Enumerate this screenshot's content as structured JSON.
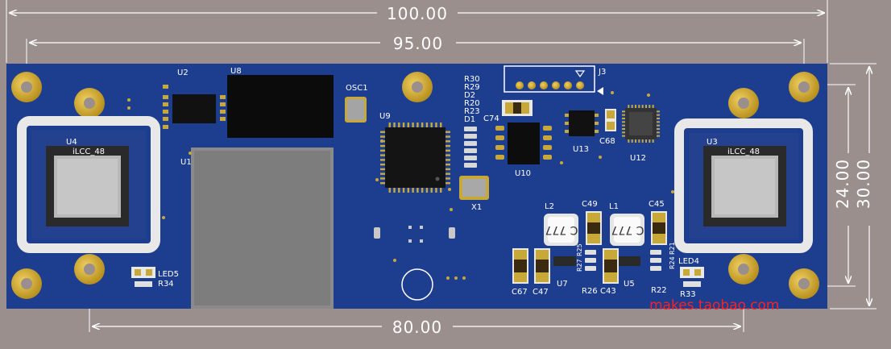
{
  "dimensions": {
    "overall_width": "100.00",
    "hole_span_width": "95.00",
    "bottom_span": "80.00",
    "inner_height": "24.00",
    "overall_height": "30.00"
  },
  "components": {
    "u2": "U2",
    "u8": "U8",
    "osc1": "OSC1",
    "u9": "U9",
    "j3": "J3",
    "u1": "U1",
    "u4": "U4",
    "u3": "U3",
    "ilcc_left": "iLCC_48",
    "ilcc_right": "iLCC_48",
    "r30": "R30",
    "r29": "R29",
    "d2": "D2",
    "r20": "R20",
    "r23": "R23",
    "d1": "D1",
    "c74": "C74",
    "u10": "U10",
    "u13": "U13",
    "c68": "C68",
    "u12": "U12",
    "x1": "X1",
    "l2": "L2",
    "c49": "C49",
    "l1": "L1",
    "c45": "C45",
    "l2_value": "C 777",
    "l1_value": "C 777",
    "led5": "LED5",
    "r34": "R34",
    "led4": "LED4",
    "r33": "R33",
    "r27": "R27",
    "r25": "R25",
    "r26": "R26",
    "c43": "C43",
    "r24": "R24",
    "r21": "R21",
    "r22": "R22",
    "c67": "C67",
    "c47": "C47",
    "u7": "U7",
    "u5": "U5"
  },
  "watermark": "makes.taobao.com",
  "colors": {
    "background": "#9a8f8d",
    "board": "#1d3d8f",
    "pad_gold": "#d8b33a",
    "silkscreen": "#ffffff",
    "watermark": "#ff2020"
  }
}
